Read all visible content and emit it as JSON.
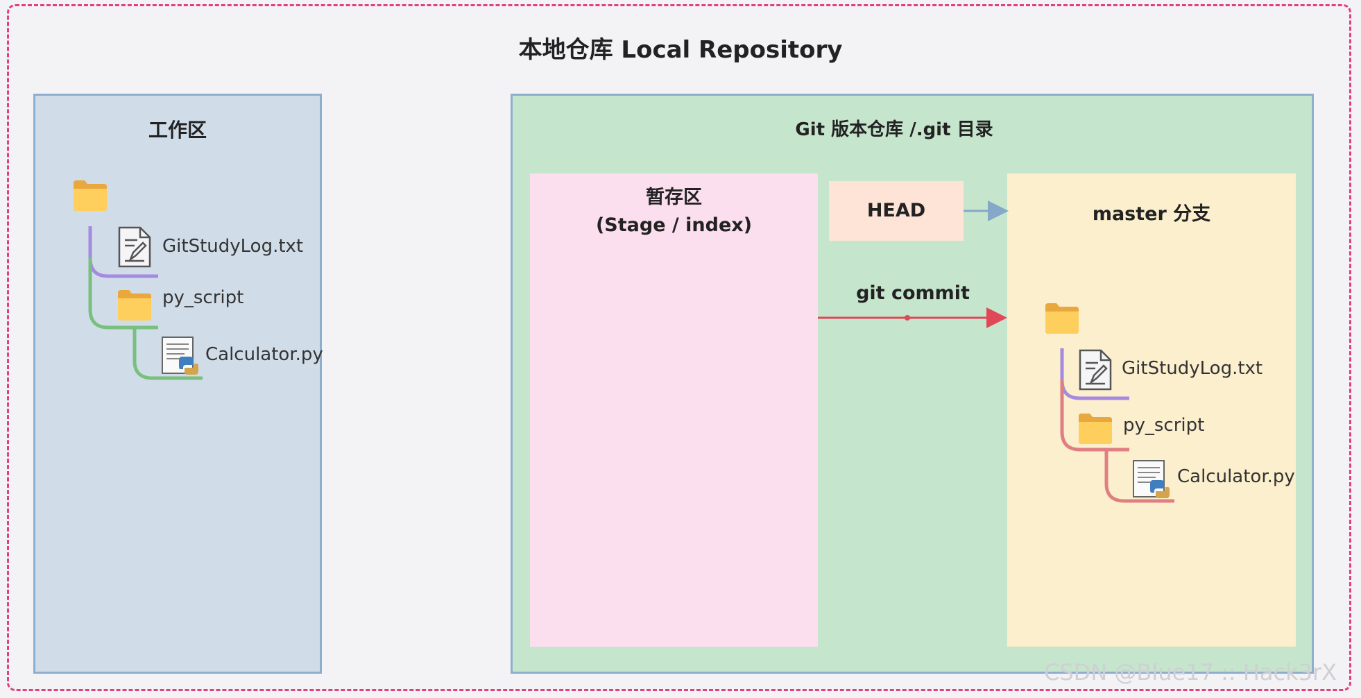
{
  "title": "本地仓库 Local Repository",
  "work_area": {
    "title": "工作区",
    "files": {
      "log": "GitStudyLog.txt",
      "folder": "py_script",
      "calc": "Calculator.py"
    }
  },
  "git_repo": {
    "title": "Git 版本仓库 /.git 目录",
    "stage": {
      "title": "暂存区",
      "subtitle": "(Stage / index)"
    },
    "head": "HEAD",
    "commit_label": "git commit",
    "master": {
      "title": "master 分支",
      "files": {
        "log": "GitStudyLog.txt",
        "folder": "py_script",
        "calc": "Calculator.py"
      }
    }
  },
  "watermark": "CSDN @Blue17 :: Hack3rX",
  "colors": {
    "border_dashed": "#e0407f",
    "work_area_bg": "#d0dde9",
    "git_repo_bg": "#c6e5cd",
    "stage_bg": "#fcdfee",
    "head_bg": "#fde4d6",
    "master_bg": "#fbefcd",
    "commit_arrow": "#e04858",
    "head_arrow": "#86a8c8",
    "tree_purple": "#a58ae0",
    "tree_green": "#79c07e",
    "tree_red": "#e07f82"
  }
}
